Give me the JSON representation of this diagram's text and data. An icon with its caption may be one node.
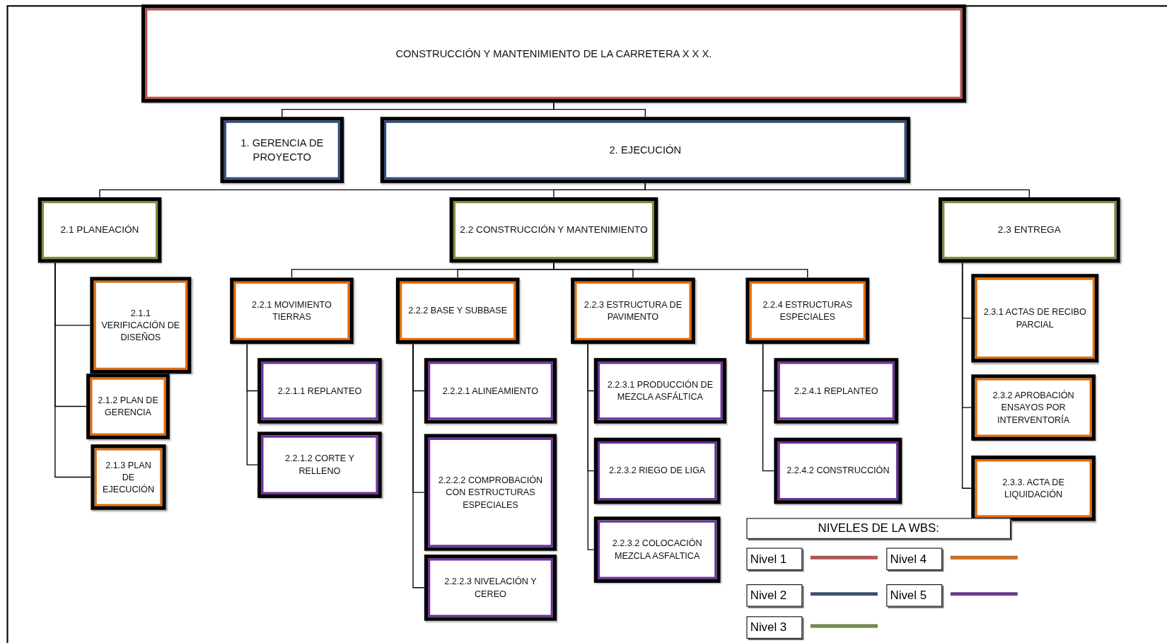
{
  "diagram": {
    "nodes": [
      {
        "text": [
          "CONSTRUCCIÓN Y MANTENIMIENTO DE LA CARRETERA X X X."
        ]
      },
      {
        "text": [
          "1. GERENCIA DE PROYECTO"
        ]
      },
      {
        "text": [
          "2. EJECUCIÓN"
        ]
      },
      {
        "text": [
          "2.1 PLANEACIÓN"
        ]
      },
      {
        "text": [
          "2.2 CONSTRUCCIÓN Y MANTENIMIENTO"
        ]
      },
      {
        "text": [
          "2.3 ENTREGA"
        ]
      },
      {
        "text": [
          "2.1.1 VERIFICACIÓN DE DISEÑOS"
        ]
      },
      {
        "text": [
          "2.1.2 PLAN DE GERENCIA"
        ]
      },
      {
        "text": [
          "2.1.3 PLAN DE EJECUCIÓN"
        ]
      },
      {
        "text": [
          "2.2.1 MOVIMIENTO TIERRAS"
        ]
      },
      {
        "text": [
          "2.2.2 BASE Y SUBBASE"
        ]
      },
      {
        "text": [
          "2.2.3 ESTRUCTURA DE PAVIMENTO"
        ]
      },
      {
        "text": [
          "2.2.4 ESTRUCTURAS ESPECIALES"
        ]
      },
      {
        "text": [
          "2.2.1.1 REPLANTEO"
        ]
      },
      {
        "text": [
          "2.2.1.2 CORTE Y RELLENO"
        ]
      },
      {
        "text": [
          "2.2.2.1 ALINEAMIENTO"
        ]
      },
      {
        "text": [
          "2.2.2.2 COMPROBACIÓN CON ESTRUCTURAS ESPECIALES"
        ]
      },
      {
        "text": [
          "2.2.2.3 NIVELACIÓN Y CEREO"
        ]
      },
      {
        "text": [
          "2.2.3.1 PRODUCCIÓN DE MEZCLA ASFÁLTICA"
        ]
      },
      {
        "text": [
          "2.2.3.2 RIEGO DE LIGA"
        ]
      },
      {
        "text": [
          "2.2.3.2 COLOCACIÓN MEZCLA ASFALTICA"
        ]
      },
      {
        "text": [
          "2.2.4.1 REPLANTEO"
        ]
      },
      {
        "text": [
          "2.2.4.2 CONSTRUCCIÓN"
        ]
      },
      {
        "text": [
          "2.3.1 ACTAS DE RECIBO PARCIAL"
        ]
      },
      {
        "text": [
          "2.3.2 APROBACIÓN ENSAYOS POR INTERVENTORÍA"
        ]
      },
      {
        "text": [
          "2.3.3. ACTA DE LIQUIDACIÓN"
        ]
      }
    ],
    "edges": [
      {
        "from": 0,
        "to": 1,
        "arrow": "none"
      },
      {
        "from": 0,
        "to": 2,
        "arrow": "none"
      },
      {
        "from": 2,
        "to": 3,
        "arrow": "none"
      },
      {
        "from": 2,
        "to": 4,
        "arrow": "none"
      },
      {
        "from": 2,
        "to": 5,
        "arrow": "none"
      },
      {
        "from": 3,
        "to": 6,
        "arrow": "none"
      },
      {
        "from": 3,
        "to": 7,
        "arrow": "none"
      },
      {
        "from": 3,
        "to": 8,
        "arrow": "none"
      },
      {
        "from": 4,
        "to": 9,
        "arrow": "none"
      },
      {
        "from": 4,
        "to": 10,
        "arrow": "none"
      },
      {
        "from": 4,
        "to": 11,
        "arrow": "none"
      },
      {
        "from": 4,
        "to": 12,
        "arrow": "none"
      },
      {
        "from": 9,
        "to": 13,
        "arrow": "none"
      },
      {
        "from": 9,
        "to": 14,
        "arrow": "none"
      },
      {
        "from": 10,
        "to": 15,
        "arrow": "none"
      },
      {
        "from": 10,
        "to": 16,
        "arrow": "none"
      },
      {
        "from": 10,
        "to": 17,
        "arrow": "none"
      },
      {
        "from": 11,
        "to": 18,
        "arrow": "none"
      },
      {
        "from": 11,
        "to": 19,
        "arrow": "none"
      },
      {
        "from": 11,
        "to": 20,
        "arrow": "none"
      },
      {
        "from": 12,
        "to": 21,
        "arrow": "none"
      },
      {
        "from": 12,
        "to": 22,
        "arrow": "none"
      },
      {
        "from": 5,
        "to": 23,
        "arrow": "none"
      },
      {
        "from": 5,
        "to": 24,
        "arrow": "none"
      },
      {
        "from": 5,
        "to": 25,
        "arrow": "none"
      }
    ],
    "labels": [
      "NIVELES DE LA WBS:"
    ],
    "legend": [
      {
        "text": "Nivel 1",
        "color": "#c0504d"
      },
      {
        "text": "Nivel 2",
        "color": "#2f4f7f"
      },
      {
        "text": "Nivel 3",
        "color": "#77933c"
      },
      {
        "text": "Nivel 4",
        "color": "#e36c09"
      },
      {
        "text": "Nivel 5",
        "color": "#7030a0"
      }
    ]
  }
}
